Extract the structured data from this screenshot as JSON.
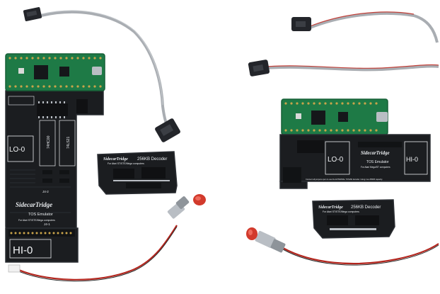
{
  "photo": {
    "background": "#ffffff",
    "colors": {
      "pcb_black": "#1b1d20",
      "pcb_edge": "#2b2e33",
      "pcb_green": "#1e7a46",
      "pcb_green_dark": "#175f37",
      "silkscreen": "#e9ecef",
      "ribbon_grey": "#a9adb2",
      "ribbon_red": "#c2413a",
      "connector_black": "#23252a",
      "wire_red": "#b3261e",
      "button_red": "#d23a2c",
      "metal": "#b9bec4",
      "gold_pin": "#c9a44b"
    }
  },
  "left_kit": {
    "brand": "SidecarTridge",
    "emulator_title": "TOS Emulator",
    "emulator_subtitle": "For Atari ST/STE/Mega computers",
    "hi_label": "HI-0",
    "lo_label": "LO-0",
    "chip_label_1": "74HC00",
    "chip_label_2": "74LS21",
    "jumper_label_1": "J4-2",
    "jumper_label_2": "J4-1",
    "decoder_brand": "SidecarTridge",
    "decoder_title": "256KB Decoder",
    "decoder_subtitle": "For Atari ST/STE/Mega computers"
  },
  "right_kit": {
    "brand": "SidecarTridge",
    "emulator_title": "TOS Emulator",
    "emulator_subtitle": "For Atari Mega/ST computers",
    "hi_label": "HI-0",
    "lo_label": "LO-0",
    "warning": "Connect all jumpers open to use the EXTERNAL TOSHW decoder. Using it as 256KB capacity.",
    "decoder_brand": "SidecarTridge",
    "decoder_title": "256KB Decoder",
    "decoder_subtitle": "For Atari ST/STE/Mega computers"
  }
}
